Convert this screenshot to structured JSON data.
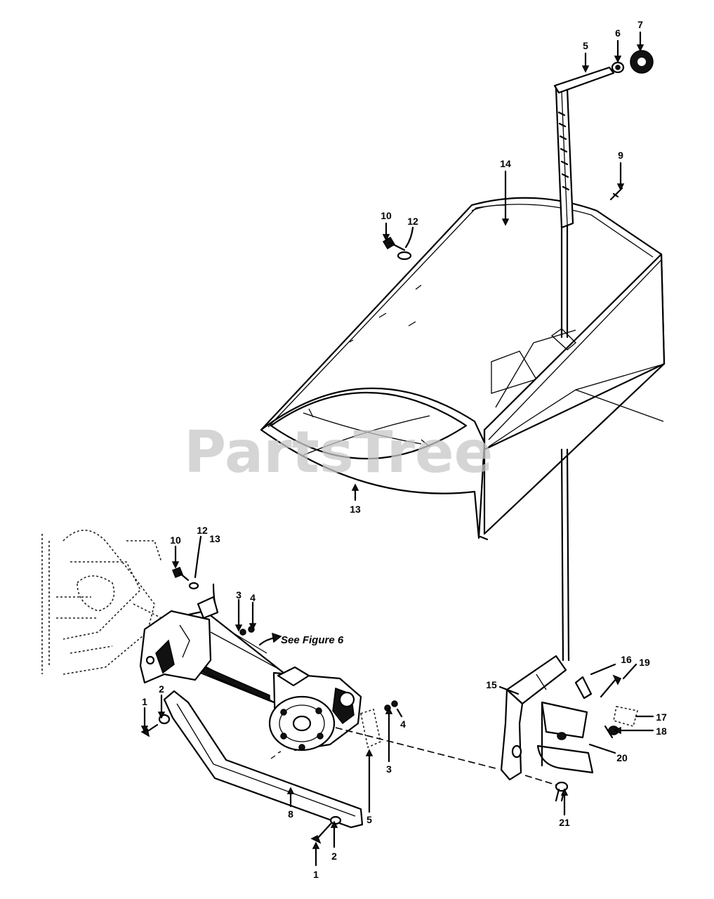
{
  "watermark": "PartsTree",
  "note": "See Figure 6",
  "callouts": {
    "c1a": "1",
    "c2a": "2",
    "c1b": "1",
    "c2b": "2",
    "c3a": "3",
    "c4a": "4",
    "c3b": "3",
    "c4b": "4",
    "c5a": "5",
    "c5b": "5",
    "c6": "6",
    "c7": "7",
    "c8": "8",
    "c9": "9",
    "c10a": "10",
    "c10b": "10",
    "c12a": "12",
    "c12b": "12",
    "c13a": "13",
    "c13b": "13",
    "c14": "14",
    "c15": "15",
    "c16": "16",
    "c17": "17",
    "c18": "18",
    "c19": "19",
    "c20": "20",
    "c21": "21"
  }
}
